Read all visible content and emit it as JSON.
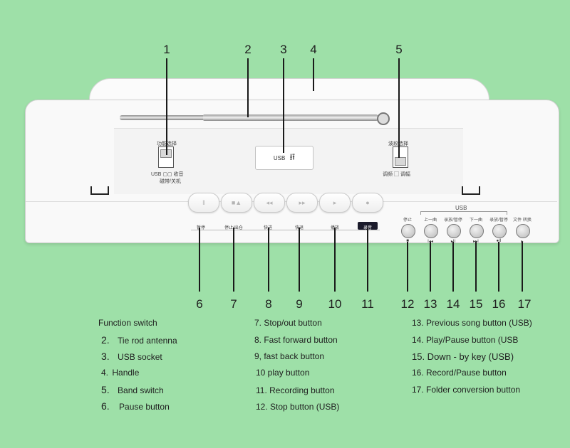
{
  "callouts": [
    "1",
    "2",
    "3",
    "4",
    "5",
    "6",
    "7",
    "8",
    "9",
    "10",
    "11",
    "12",
    "13",
    "14",
    "15",
    "16",
    "17"
  ],
  "device": {
    "usb_socket_label": "USB",
    "usb_group_label": "USB",
    "function_switch_top": "功能选择",
    "function_switch_bottom": "USB ▢▢ 收音",
    "function_switch_sub": "磁带/关机",
    "band_switch_top": "波段选择",
    "band_switch_bottom": "调频 ▢ 调幅",
    "keys": [
      {
        "symbol": "‖"
      },
      {
        "symbol": "■▲"
      },
      {
        "symbol": "◂◂"
      },
      {
        "symbol": "▸▸"
      },
      {
        "symbol": "▸"
      },
      {
        "symbol": "●"
      }
    ],
    "panel_labels": [
      "暂停",
      "停止/出仓",
      "快进",
      "快退",
      "播放",
      "录音"
    ],
    "usb_buttons": [
      {
        "label": "停止",
        "symbol": "■"
      },
      {
        "label": "上一曲",
        "symbol": "I◂◂"
      },
      {
        "label": "录放/暂停",
        "symbol": "▸II"
      },
      {
        "label": "下一曲",
        "symbol": "▸▸I"
      },
      {
        "label": "录放/暂停",
        "symbol": "●II"
      },
      {
        "label": "文件 转换",
        "symbol": "▸"
      }
    ]
  },
  "legend": {
    "col1": [
      {
        "num": "",
        "text": "Function switch"
      },
      {
        "num": "2.",
        "text": "Tie rod antenna"
      },
      {
        "num": "3.",
        "text": "USB socket"
      },
      {
        "num": "4.",
        "text": "Handle"
      },
      {
        "num": "5.",
        "text": "Band switch"
      },
      {
        "num": "6.",
        "text": "Pause button"
      }
    ],
    "col2": [
      "7. Stop/out button",
      "8. Fast forward button",
      "9, fast back button",
      "10 play button",
      "11. Recording button",
      "12. Stop button (USB)"
    ],
    "col3": [
      "13. Previous song button (USB)",
      "14. Play/Pause button (USB",
      "15. Down - by key (USB)",
      "16. Record/Pause button",
      "17. Folder conversion button"
    ]
  }
}
